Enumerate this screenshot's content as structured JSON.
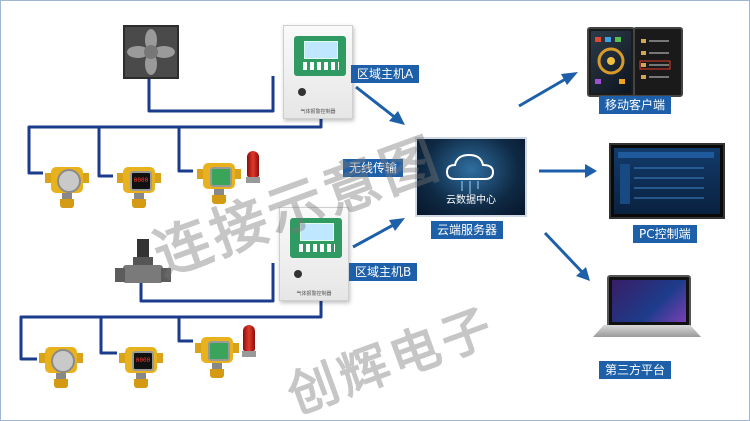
{
  "labels": {
    "host_a": "区域主机A",
    "host_b": "区域主机B",
    "wireless": "无线传输",
    "cloud_server": "云端服务器",
    "cloud_center": "云数据中心",
    "mobile_client": "移动客户端",
    "pc_control": "PC控制端",
    "third_party": "第三方平台"
  },
  "watermark": {
    "line1": "连接示意图",
    "line2": "创辉电子"
  },
  "sensor_display": "0000",
  "colors": {
    "label_bg": "#1d5fa8",
    "wire": "#1b3c8c",
    "arrow": "#1d5fa8",
    "sensor": "#e8b21f",
    "panel_face": "#2f9a62"
  },
  "icons": [
    "fan-icon",
    "gas-sensor-icon",
    "alarm-lamp-icon",
    "solenoid-valve-icon",
    "cloud-icon",
    "phone-icon",
    "monitor-icon",
    "laptop-icon"
  ]
}
